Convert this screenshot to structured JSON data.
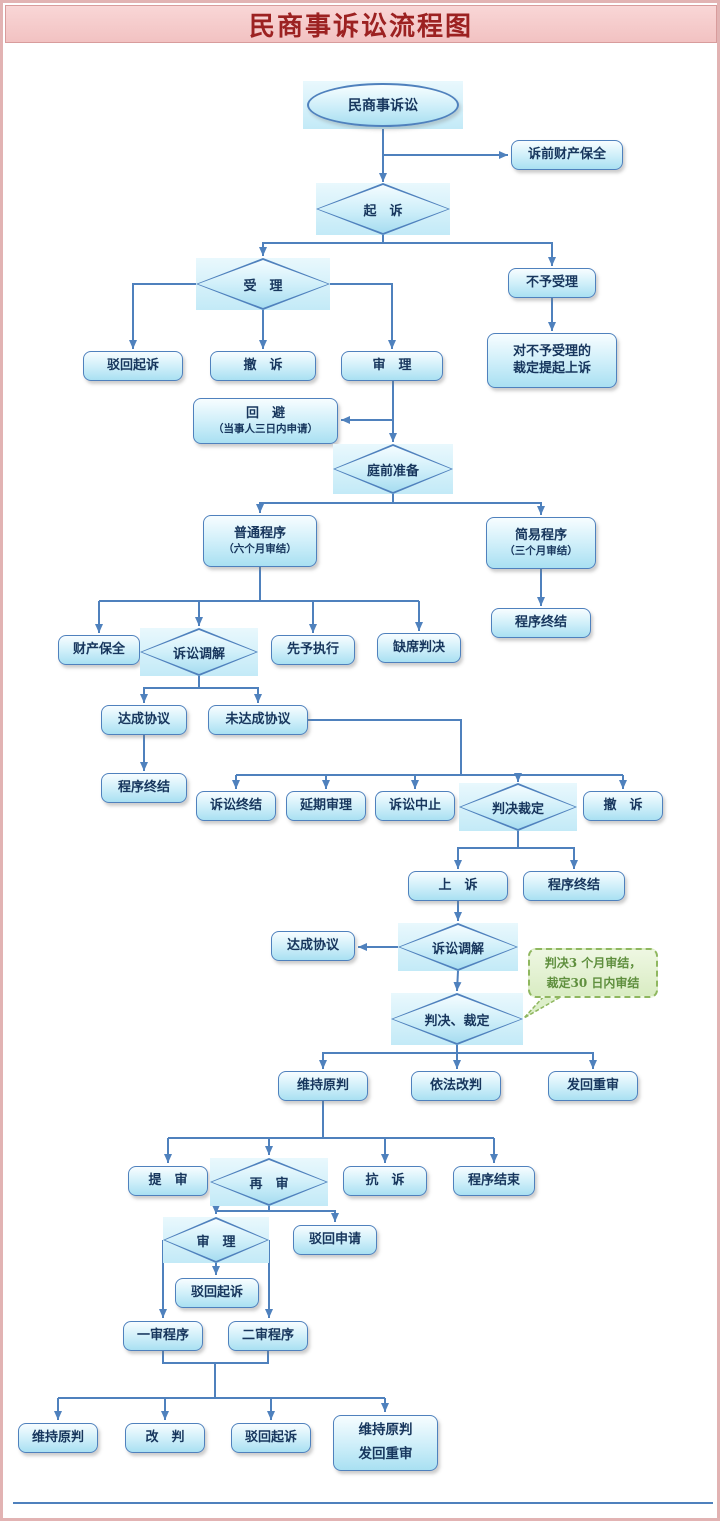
{
  "title": "民商事诉讼流程图",
  "colors": {
    "arrow": "#4f81bd",
    "node_border": "#4f81bd",
    "title_text": "#9c2121",
    "title_bg": "#f5caca",
    "callout_border": "#8fb75f"
  },
  "nodes": {
    "start": "民商事诉讼",
    "pre_suit_preservation": "诉前财产保全",
    "filing": "起　诉",
    "acceptance": "受　理",
    "not_accepted": "不予受理",
    "appeal_rejection_l1": "对不予受理的",
    "appeal_rejection_l2": "裁定提起上诉",
    "dismiss_suit_1": "驳回起诉",
    "withdraw_1": "撤　诉",
    "trial_1": "审　理",
    "recusal_l1": "回　避",
    "recusal_l2": "（当事人三日内申请）",
    "pretrial_prep": "庭前准备",
    "ordinary_l1": "普通程序",
    "ordinary_l2": "（六个月审结）",
    "summary_l1": "简易程序",
    "summary_l2": "（三个月审结）",
    "procedure_end_1": "程序终结",
    "property_preservation": "财产保全",
    "mediation_1": "诉讼调解",
    "advance_execution": "先予执行",
    "default_judgment": "缺席判决",
    "agreement_1": "达成协议",
    "no_agreement": "未达成协议",
    "procedure_end_2": "程序终结",
    "litigation_end": "诉讼终结",
    "postponed_trial": "延期审理",
    "litigation_suspend": "诉讼中止",
    "judgment_ruling_1": "判决裁定",
    "withdraw_2": "撤　诉",
    "appeal": "上　诉",
    "procedure_end_3": "程序终结",
    "mediation_2": "诉讼调解",
    "agreement_2": "达成协议",
    "judgment_ruling_2": "判决、裁定",
    "affirm_1": "维持原判",
    "amend_judgment": "依法改判",
    "remand_1": "发回重审",
    "bring_up": "提　审",
    "retrial": "再　审",
    "protest": "抗　诉",
    "procedure_finish": "程序结束",
    "trial_2": "审　理",
    "reject_application": "驳回申请",
    "dismiss_suit_2": "驳回起诉",
    "first_instance": "一审程序",
    "second_instance": "二审程序",
    "affirm_2": "维持原判",
    "amend": "改　判",
    "dismiss_suit_3": "驳回起诉",
    "affirm_remand_l1": "维持原判",
    "affirm_remand_l2": "发回重审"
  },
  "callout": {
    "line1": "判决3 个月审结，",
    "line2": "裁定30 日内审结"
  }
}
